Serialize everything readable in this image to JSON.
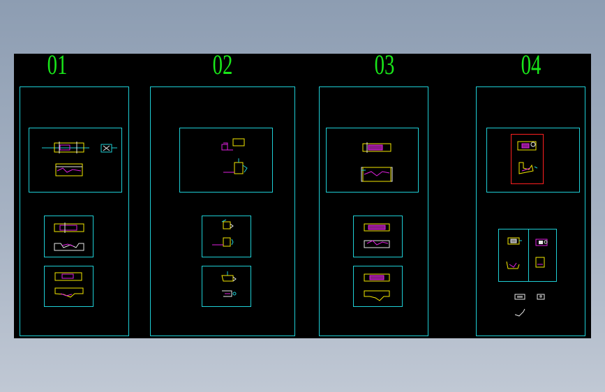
{
  "sheets": [
    {
      "label": "01"
    },
    {
      "label": "02"
    },
    {
      "label": "03"
    },
    {
      "label": "04"
    }
  ],
  "colors": {
    "background": "#000000",
    "border": "#1ecfd6",
    "title": "#19e619",
    "yellow": "#f5e800",
    "magenta": "#e020e0",
    "red": "#ff2020",
    "white": "#e8e8e8",
    "cyan": "#1ecfd6",
    "green": "#19e619"
  }
}
